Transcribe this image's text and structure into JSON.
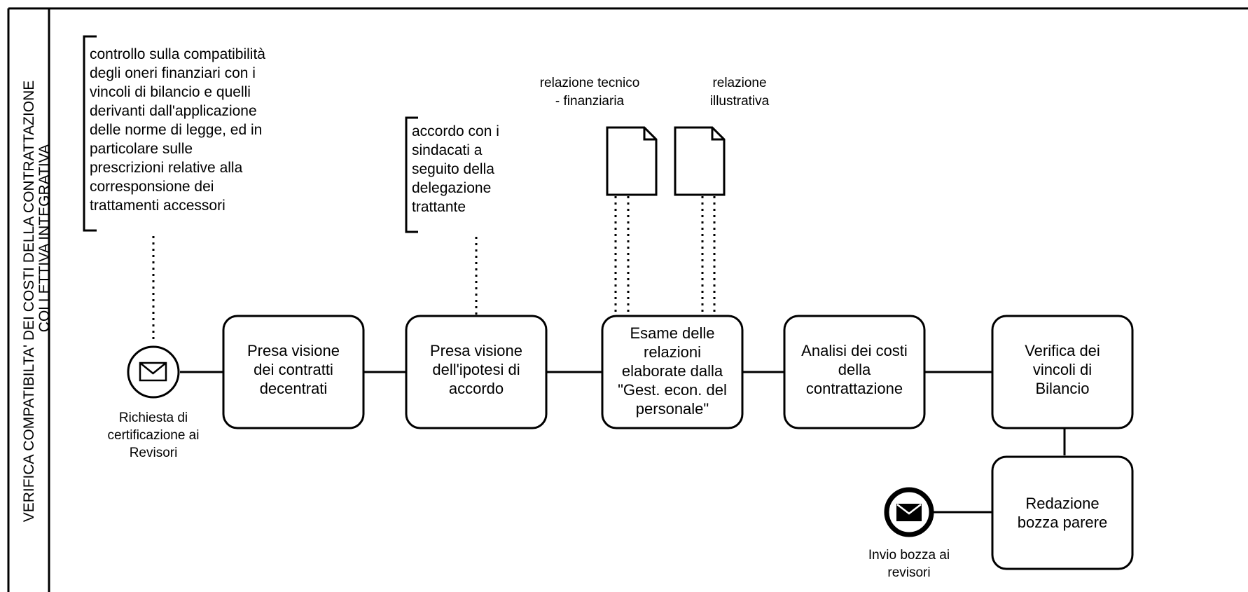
{
  "lane": {
    "title_line1": "VERIFICA COMPATIBILTA' DEI COSTI DELLA CONTRATTAZIONE",
    "title_line2": "COLLETTIVA INTEGRATIVA"
  },
  "annotations": {
    "note1": [
      "controllo sulla compatibilità",
      "degli oneri finanziari con i",
      "vincoli di bilancio e quelli",
      "derivanti dall'applicazione",
      "delle norme di legge, ed in",
      "particolare sulle",
      "prescrizioni relative alla",
      "corresponsione dei",
      "trattamenti accessori"
    ],
    "note2": [
      "accordo con i",
      "sindacati a",
      "seguito della",
      "delegazione",
      "trattante"
    ]
  },
  "documents": {
    "doc1": [
      "relazione tecnico",
      "- finanziaria"
    ],
    "doc2": [
      "relazione",
      "illustrativa"
    ]
  },
  "events": {
    "start": [
      "Richiesta di",
      "certificazione ai",
      "Revisori"
    ],
    "end": [
      "Invio bozza ai",
      "revisori"
    ]
  },
  "tasks": {
    "t1": [
      "Presa visione",
      "dei contratti",
      "decentrati"
    ],
    "t2": [
      "Presa visione",
      "dell'ipotesi di",
      "accordo"
    ],
    "t3": [
      "Esame delle",
      "relazioni",
      "elaborate dalla",
      "\"Gest. econ. del",
      "personale\""
    ],
    "t4": [
      "Analisi dei costi",
      "della",
      "contrattazione"
    ],
    "t5": [
      "Verifica dei",
      "vincoli di",
      "Bilancio"
    ],
    "t6": [
      "Redazione",
      "bozza parere"
    ]
  }
}
